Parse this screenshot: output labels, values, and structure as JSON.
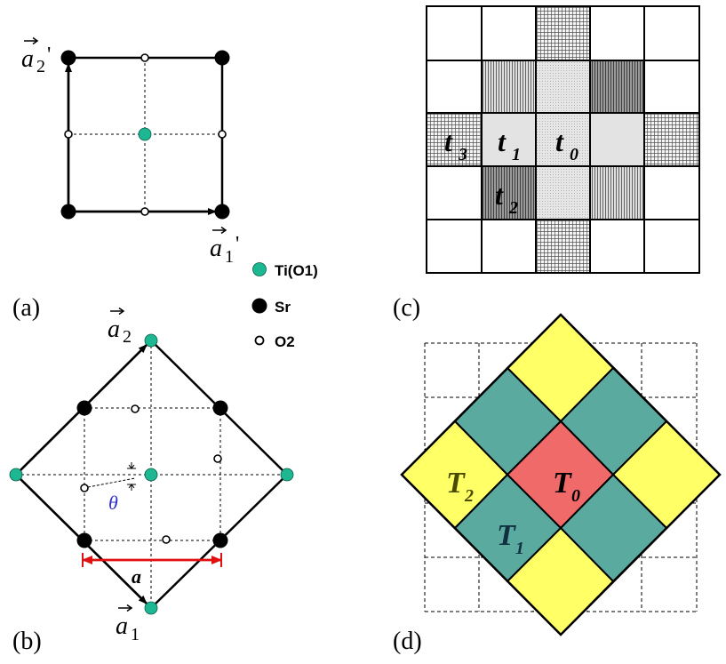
{
  "panels": {
    "a": {
      "tag": "(a)",
      "vec1": "a",
      "sub1": "1",
      "prime1": "'",
      "vec2": "a",
      "sub2": "2",
      "prime2": "'"
    },
    "b": {
      "tag": "(b)",
      "vec1": "a",
      "sub1": "1",
      "vec2": "a",
      "sub2": "2",
      "length": "a",
      "angle": "θ"
    },
    "c": {
      "tag": "(c)",
      "t0": "t",
      "t0_sub": "0",
      "t1": "t",
      "t1_sub": "1",
      "t2": "t",
      "t2_sub": "2",
      "t3": "t",
      "t3_sub": "3"
    },
    "d": {
      "tag": "(d)",
      "T0": "T",
      "T0_sub": "0",
      "T1": "T",
      "T1_sub": "1",
      "T2": "T",
      "T2_sub": "2"
    }
  },
  "legend": [
    {
      "label": "Ti(O1)",
      "marker": "filled-teal"
    },
    {
      "label": "Sr",
      "marker": "filled-black"
    },
    {
      "label": "O2",
      "marker": "open-circle"
    }
  ],
  "colors": {
    "ti": "#1db792",
    "sr": "#000000",
    "arrow_red": "#e01010",
    "angle_blue": "#3030d0",
    "yellow": "#ffff66",
    "teal": "#5aaaa0",
    "red": "#f06a6a",
    "light_gray": "#e3e3e3"
  }
}
